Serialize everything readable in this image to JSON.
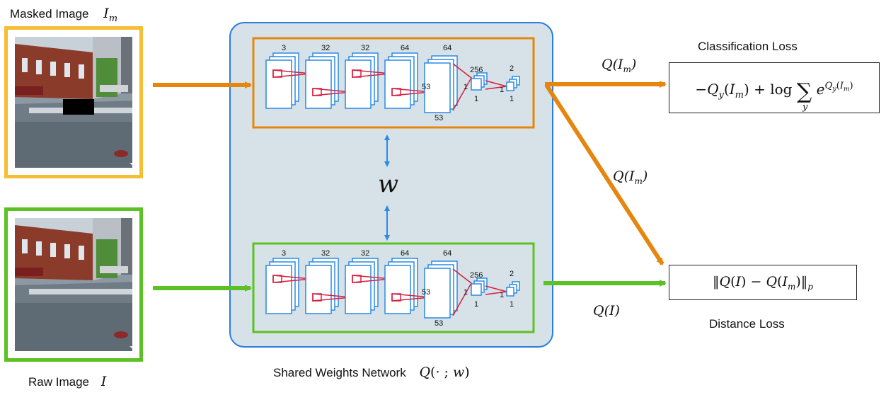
{
  "masked_image": {
    "caption": "Masked Image",
    "symbol": "I",
    "subscript": "m",
    "border_color": "#f6be35"
  },
  "raw_image": {
    "caption": "Raw Image",
    "symbol": "I",
    "border_color": "#5cc124"
  },
  "network": {
    "caption": "Shared Weights Network",
    "formula": "Q(· ; w)",
    "weight_symbol": "w",
    "background_color": "#d6e2e7",
    "border_color": "#2b7de0",
    "top_branch_border": "#e6860f",
    "bottom_branch_border": "#5cc124",
    "layers": {
      "channels": [
        "3",
        "32",
        "32",
        "64",
        "64"
      ],
      "fc": "256",
      "out": "2",
      "spatial": "53",
      "one": "1"
    }
  },
  "arrows": {
    "orange": "#e6860f",
    "green": "#5cc124",
    "blue": "#2b8ae6",
    "red": "#d81f3c"
  },
  "top_output_label": "Q(I_m)",
  "diag_output_label": "Q(I_m)",
  "bottom_output_label": "Q(I)",
  "classification_loss": {
    "title": "Classification Loss"
  },
  "distance_loss": {
    "title": "Distance Loss"
  }
}
